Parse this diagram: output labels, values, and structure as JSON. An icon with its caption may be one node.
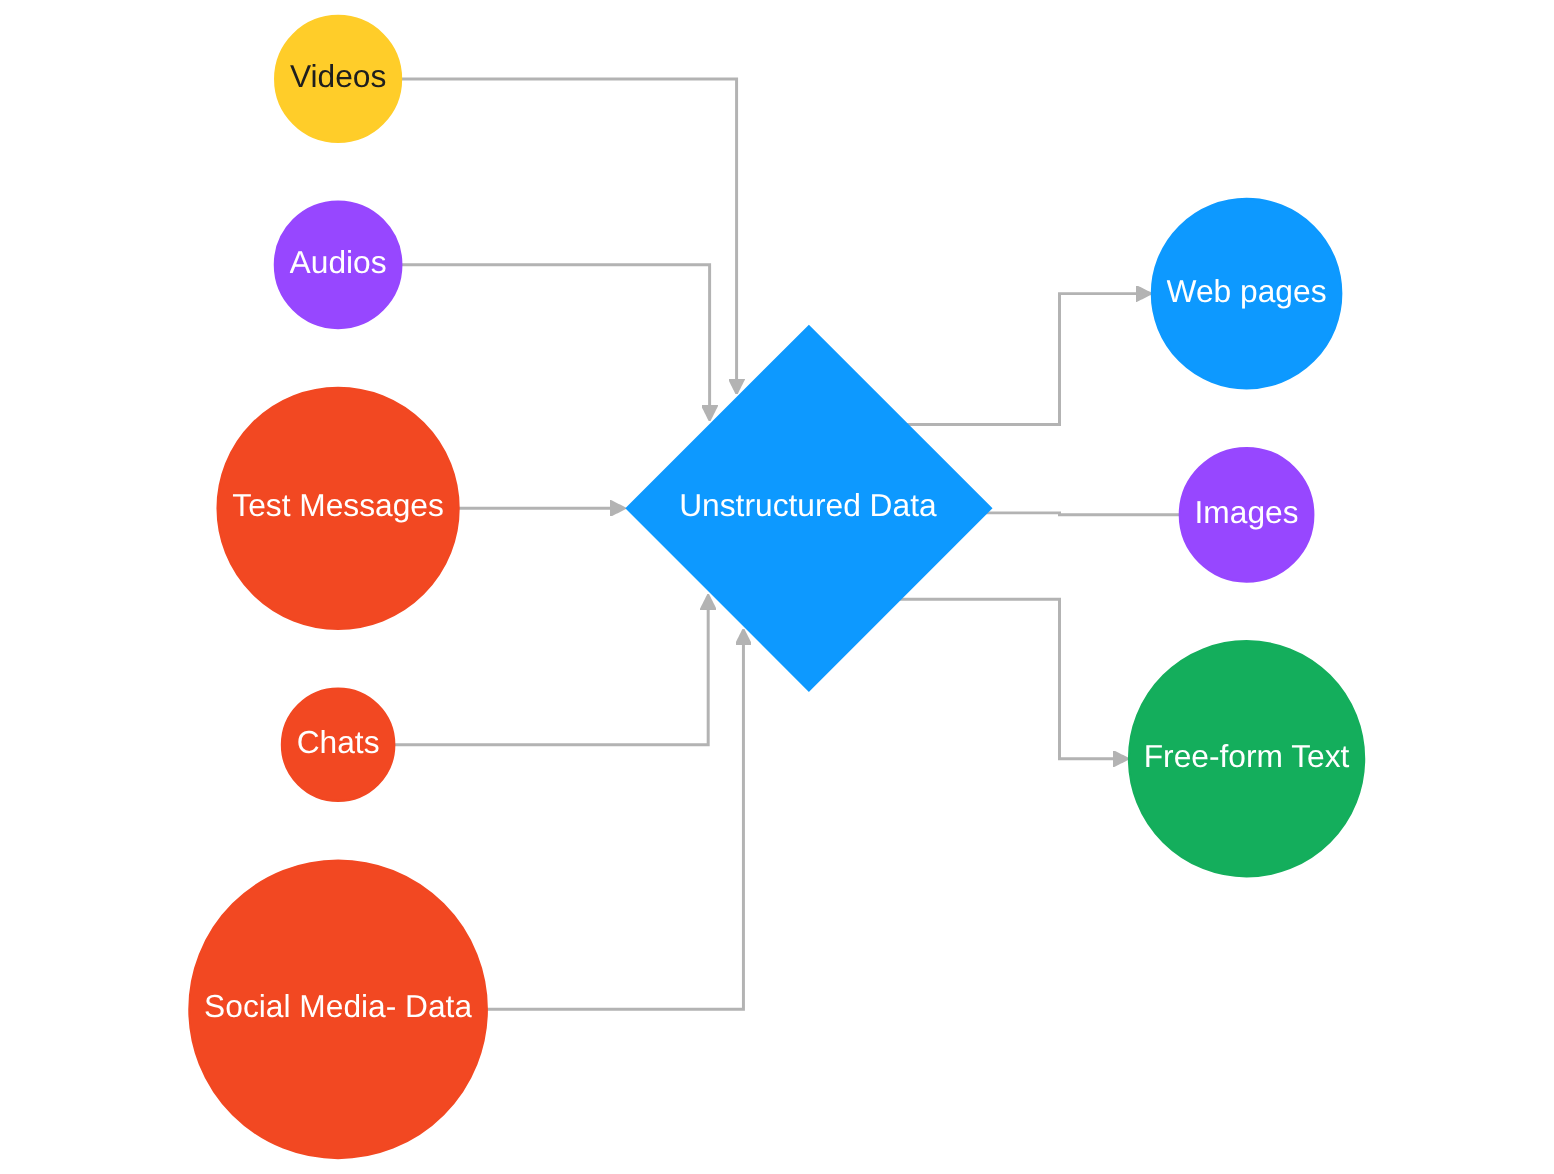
{
  "diagram": {
    "nodes": [
      {
        "text": [
          "Videos"
        ]
      },
      {
        "text": [
          "Audios"
        ]
      },
      {
        "text": [
          "Web pages"
        ]
      },
      {
        "text": [
          "Test Messages"
        ]
      },
      {
        "text": [
          "Unstructured Data"
        ]
      },
      {
        "text": [
          "Images"
        ]
      },
      {
        "text": [
          "Chats"
        ]
      },
      {
        "text": [
          "Free-form Text"
        ]
      },
      {
        "text": [
          "Social Media- Data"
        ]
      }
    ],
    "edges": [
      {
        "from": 0,
        "to": 4,
        "arrow": "to"
      },
      {
        "from": 1,
        "to": 4,
        "arrow": "to"
      },
      {
        "from": 3,
        "to": 4,
        "arrow": "to"
      },
      {
        "from": 6,
        "to": 4,
        "arrow": "to"
      },
      {
        "from": 8,
        "to": 4,
        "arrow": "to"
      },
      {
        "from": 4,
        "to": 2,
        "arrow": "to"
      },
      {
        "from": 4,
        "to": 5,
        "arrow": "none"
      },
      {
        "from": 4,
        "to": 7,
        "arrow": "to"
      }
    ]
  }
}
